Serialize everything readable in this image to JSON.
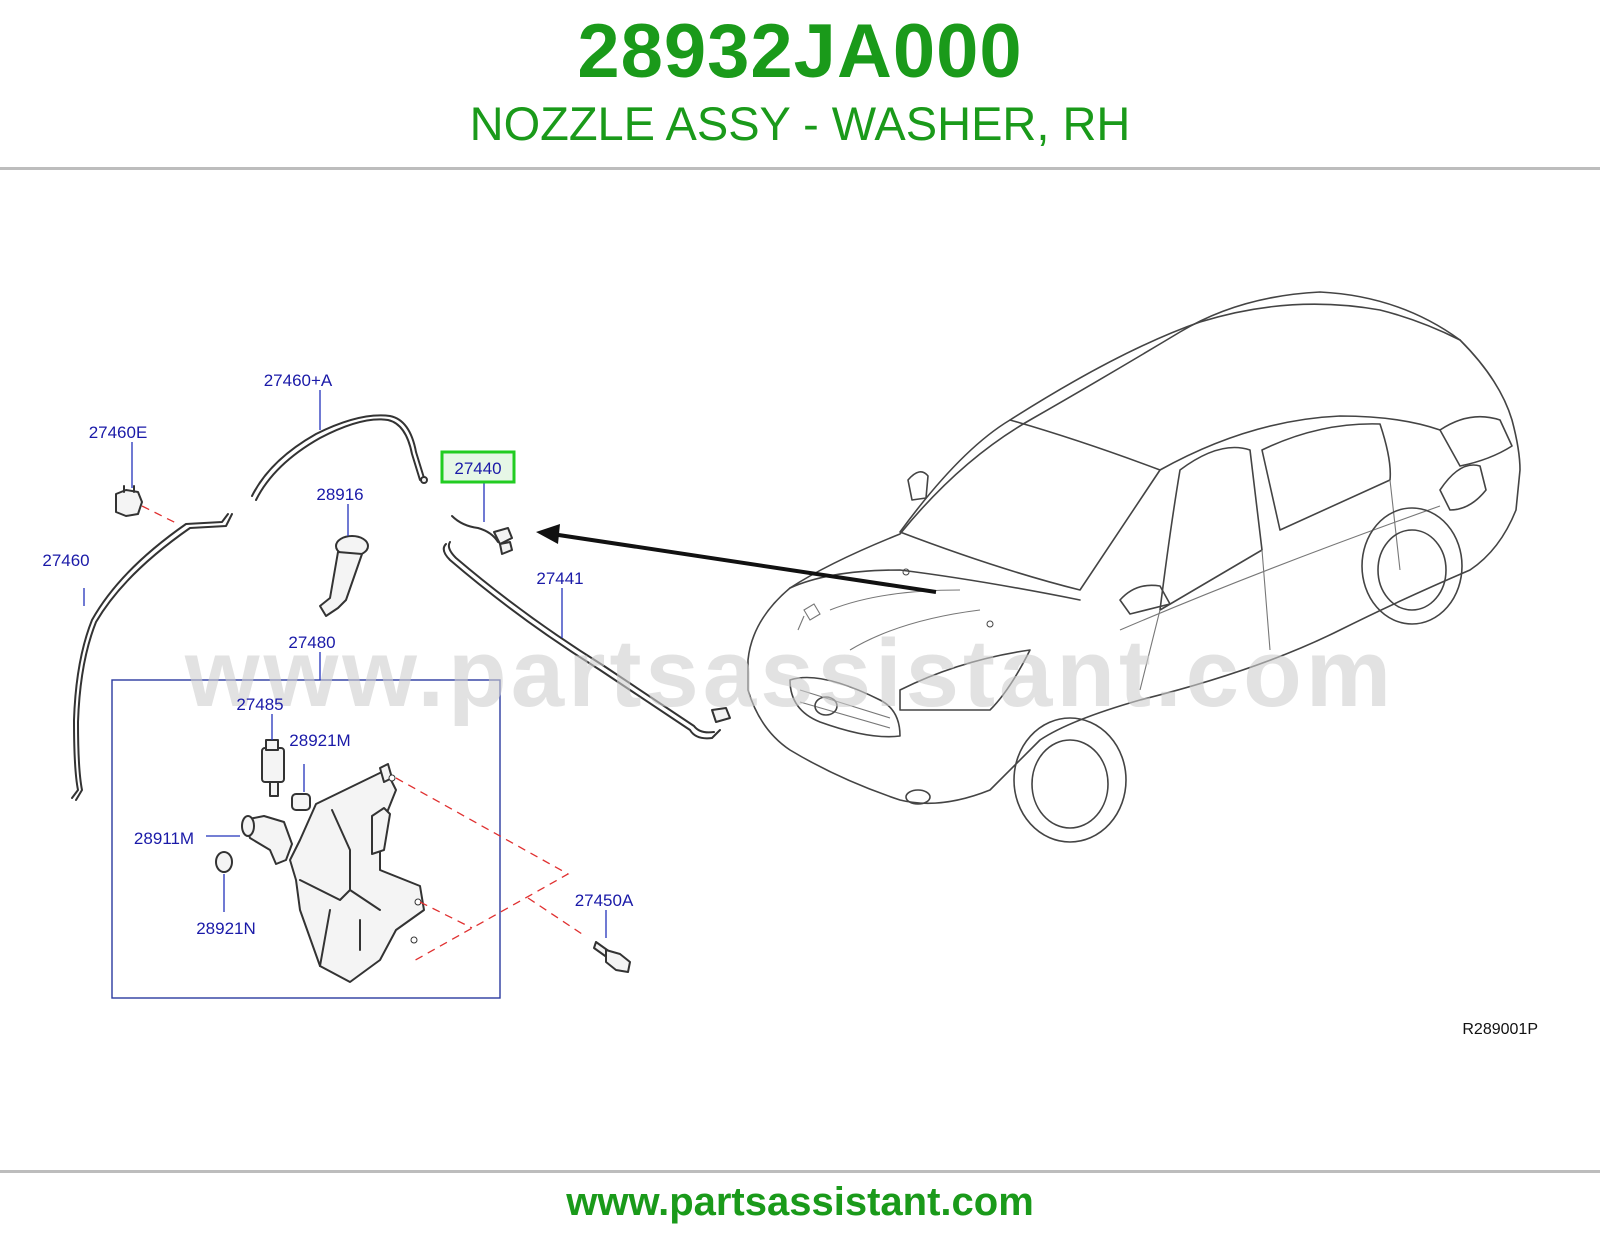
{
  "header": {
    "part_number": "28932JA000",
    "part_name": "NOZZLE ASSY - WASHER, RH"
  },
  "diagram": {
    "watermark": "www.partsassistant.com",
    "reference_code": "R289001P",
    "highlighted_callout": "27440",
    "callouts": {
      "c_27460e": "27460E",
      "c_27460a": "27460+A",
      "c_27460": "27460",
      "c_28916": "28916",
      "c_27440": "27440",
      "c_27441": "27441",
      "c_27480": "27480",
      "c_27485": "27485",
      "c_28921m": "28921M",
      "c_28911m": "28911M",
      "c_28921n": "28921N",
      "c_27450a": "27450A"
    },
    "colors": {
      "title_green": "#1a9a1a",
      "callout_blue": "#1a1aa8",
      "highlight_box": "#22cc22",
      "highlight_fill": "#e6f7e6",
      "leader_dash_red": "#e03030"
    }
  },
  "footer": {
    "url": "www.partsassistant.com"
  }
}
